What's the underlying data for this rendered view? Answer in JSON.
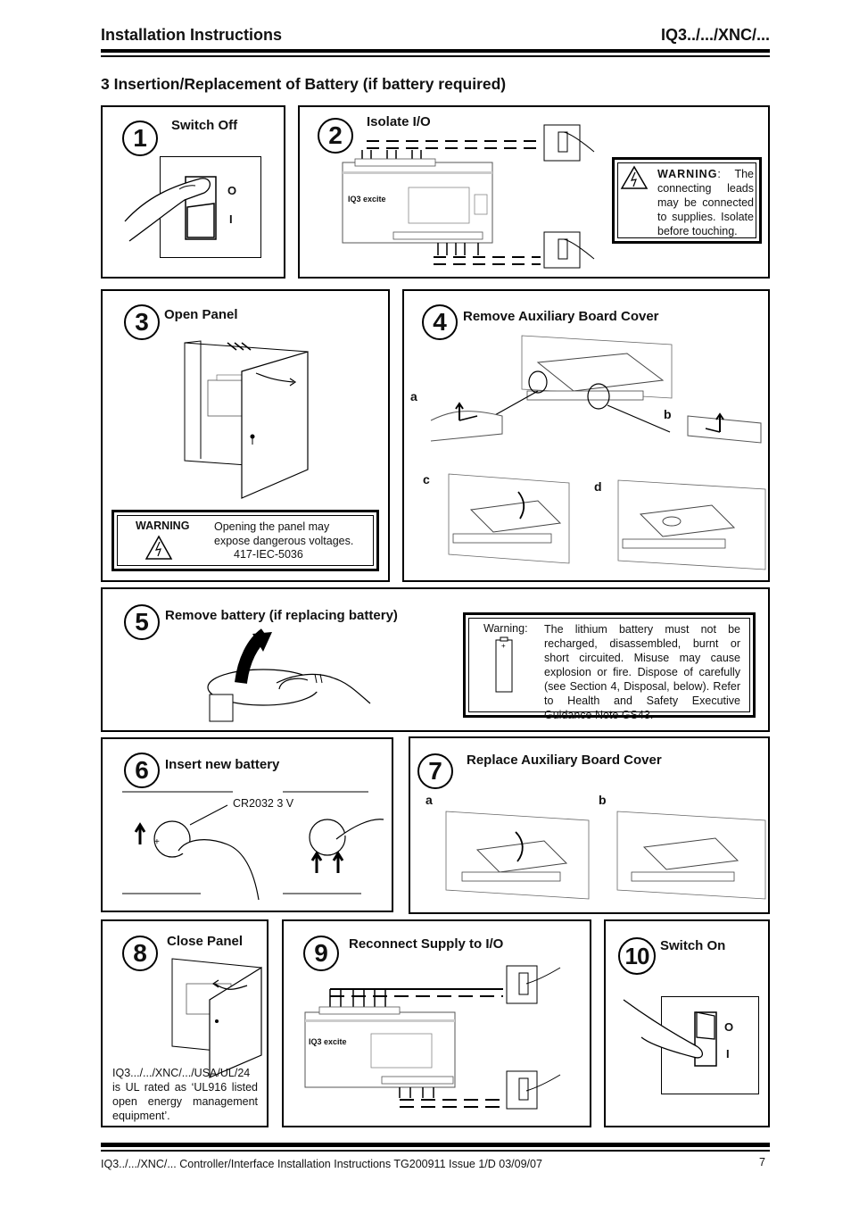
{
  "header": {
    "title": "Installation Instructions",
    "product_code": "IQ3../.../XNC/..."
  },
  "section": {
    "title": "3 Insertion/Replacement of Battery (if battery required)"
  },
  "steps": [
    {
      "number": "1",
      "title": "Switch Off",
      "switch_o": "O",
      "switch_i": "I"
    },
    {
      "number": "2",
      "title": "Isolate I/O",
      "warning_label": "WARNING",
      "warning_text": ": The connecting leads may be connected to supplies. Isolate before touching."
    },
    {
      "number": "3",
      "title": "Open  Panel",
      "warning_label": "WARNING",
      "warning_text": "Opening the panel may expose dangerous voltages.",
      "warning_ref": "417-IEC-5036"
    },
    {
      "number": "4",
      "title": "Remove Auxiliary Board Cover",
      "sub_a": "a",
      "sub_b": "b",
      "sub_c": "c",
      "sub_d": "d"
    },
    {
      "number": "5",
      "title": "Remove battery (if replacing battery)",
      "warning_label": "Warning:",
      "warning_text": "The lithium battery must not be recharged, disassembled, burnt or short circuited. Misuse may cause explosion or fire. Dispose of carefully (see Section 4, Disposal, below). Refer to Health and Safety Executive Guidance Note GS43."
    },
    {
      "number": "6",
      "title": "Insert new battery",
      "battery_label": "CR2032 3 V"
    },
    {
      "number": "7",
      "title": "Replace Auxiliary Board Cover",
      "sub_a": "a",
      "sub_b": "b"
    },
    {
      "number": "8",
      "title": "Close Panel",
      "note": "IQ3.../.../XNC/.../USA/UL/24 is UL rated as ‘UL916 listed open energy management equipment’."
    },
    {
      "number": "9",
      "title": "Reconnect Supply to I/O"
    },
    {
      "number": "10",
      "title": "Switch On",
      "switch_o": "O",
      "switch_i": "I"
    }
  ],
  "device_brand": "IQ3 excite",
  "footer": {
    "text": "IQ3../.../XNC/... Controller/Interface Installation Instructions TG200911 Issue 1/D 03/09/07",
    "page": "7"
  }
}
